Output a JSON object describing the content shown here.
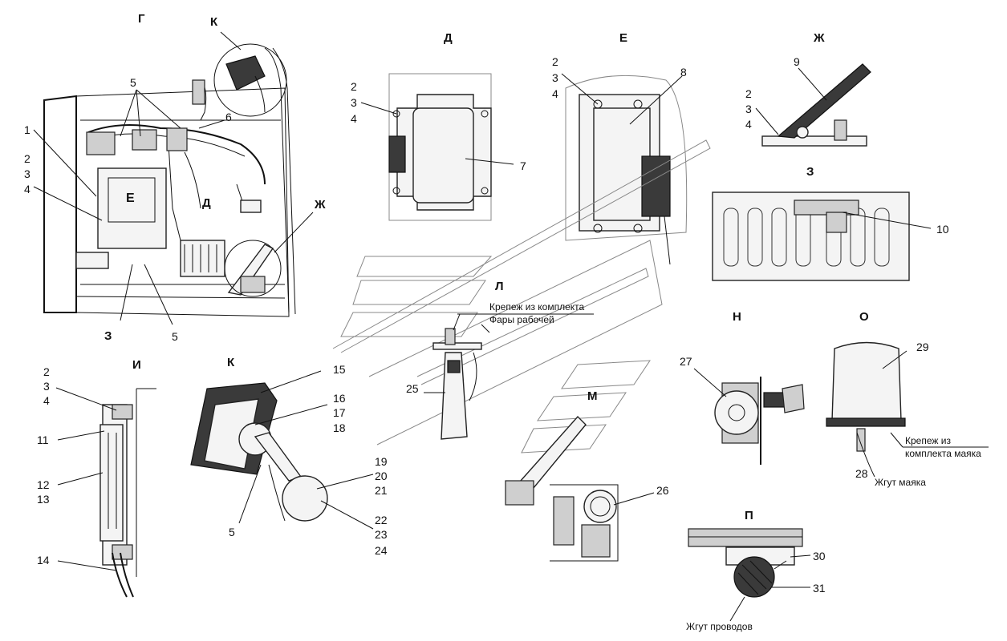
{
  "views": {
    "g": "Г",
    "k_top": "К",
    "d": "Д",
    "e": "Е",
    "zh": "Ж",
    "z": "З",
    "i": "И",
    "k": "К",
    "l": "Л",
    "m": "М",
    "n": "Н",
    "o": "О",
    "p": "П"
  },
  "inner_labels": {
    "e_box": "Е",
    "d_tag": "Д",
    "zh_tag": "Ж",
    "z_tag": "З"
  },
  "numbers": {
    "n1": "1",
    "n2a": "2",
    "n3a": "3",
    "n4a": "4",
    "n5a": "5",
    "n5b": "5",
    "n6": "6",
    "n2d": "2",
    "n3d": "3",
    "n4d": "4",
    "n7": "7",
    "n2e": "2",
    "n3e": "3",
    "n4e": "4",
    "n8": "8",
    "n9": "9",
    "n2zh": "2",
    "n3zh": "3",
    "n4zh": "4",
    "n10": "10",
    "n2i": "2",
    "n3i": "3",
    "n4i": "4",
    "n11": "11",
    "n12": "12",
    "n13": "13",
    "n14": "14",
    "n15": "15",
    "n16": "16",
    "n17": "17",
    "n18": "18",
    "n19": "19",
    "n20": "20",
    "n21": "21",
    "n22": "22",
    "n23": "23",
    "n24": "24",
    "n5k": "5",
    "n25": "25",
    "n26": "26",
    "n27": "27",
    "n28": "28",
    "n29": "29",
    "n30": "30",
    "n31": "31"
  },
  "notes": {
    "l_mount_1": "Крепеж из комплекта",
    "l_mount_2": "Фары рабочей",
    "o_mount_1": "Крепеж из",
    "o_mount_2": "комплекта маяка",
    "o_harness": "Жгут маяка",
    "p_harness": "Жгут проводов"
  }
}
